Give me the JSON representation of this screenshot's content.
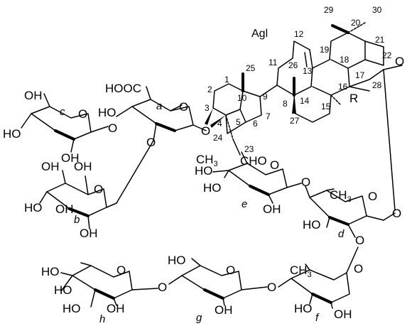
{
  "aglycone": {
    "label": "Agl",
    "r_label": "R",
    "substituent_cho": "CHO",
    "ketone_o": "O"
  },
  "atom_numbers": [
    "1",
    "2",
    "3",
    "4",
    "5",
    "6",
    "7",
    "8",
    "9",
    "10",
    "11",
    "12",
    "13",
    "14",
    "15",
    "16",
    "17",
    "18",
    "19",
    "20",
    "21",
    "22",
    "23",
    "24",
    "25",
    "26",
    "27",
    "28",
    "29",
    "30"
  ],
  "ring_labels": {
    "a": "a",
    "b": "b",
    "c": "c",
    "d": "d",
    "e": "e",
    "f": "f",
    "g": "g",
    "h": "h"
  },
  "groups": {
    "hooc": "HOOC",
    "oh": "OH",
    "ho": "HO",
    "ch3": "CH",
    "ch3_sub": "3",
    "o": "O"
  }
}
